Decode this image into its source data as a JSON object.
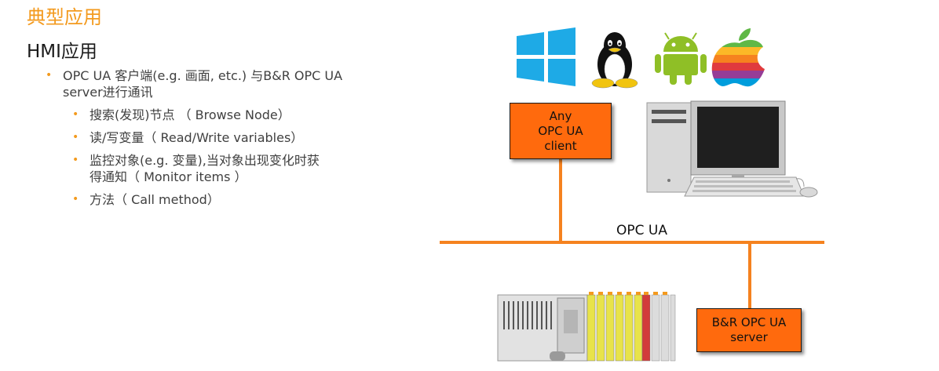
{
  "page": {
    "title": "典型应用",
    "subtitle": "HMI应用"
  },
  "bullets": [
    {
      "text": "OPC UA 客户端(e.g. 画面, etc.) 与B&R OPC UA server进行通讯",
      "level": 1
    },
    {
      "text": "搜索(发现)节点 （ Browse Node）",
      "level": 2
    },
    {
      "text": "读/写变量（ Read/Write variables）",
      "level": 2
    },
    {
      "text": "监控对象(e.g. 变量),当对象出现变化时获得通知（  Monitor items  ）",
      "level": 2
    },
    {
      "text": "方法（ Call method）",
      "level": 2
    }
  ],
  "diagram": {
    "client_box": {
      "line1": "Any",
      "line2": "OPC UA",
      "line3": "client"
    },
    "server_box": {
      "line1": "B&R OPC UA",
      "line2": "server"
    },
    "network_label": "OPC UA",
    "icons": [
      "windows-logo-icon",
      "linux-tux-icon",
      "android-icon",
      "apple-logo-icon",
      "desktop-computer-icon",
      "plc-hardware-icon"
    ],
    "colors": {
      "accent": "#f39a1e",
      "box_fill": "#ff6a0d",
      "line": "#f5821f"
    }
  }
}
